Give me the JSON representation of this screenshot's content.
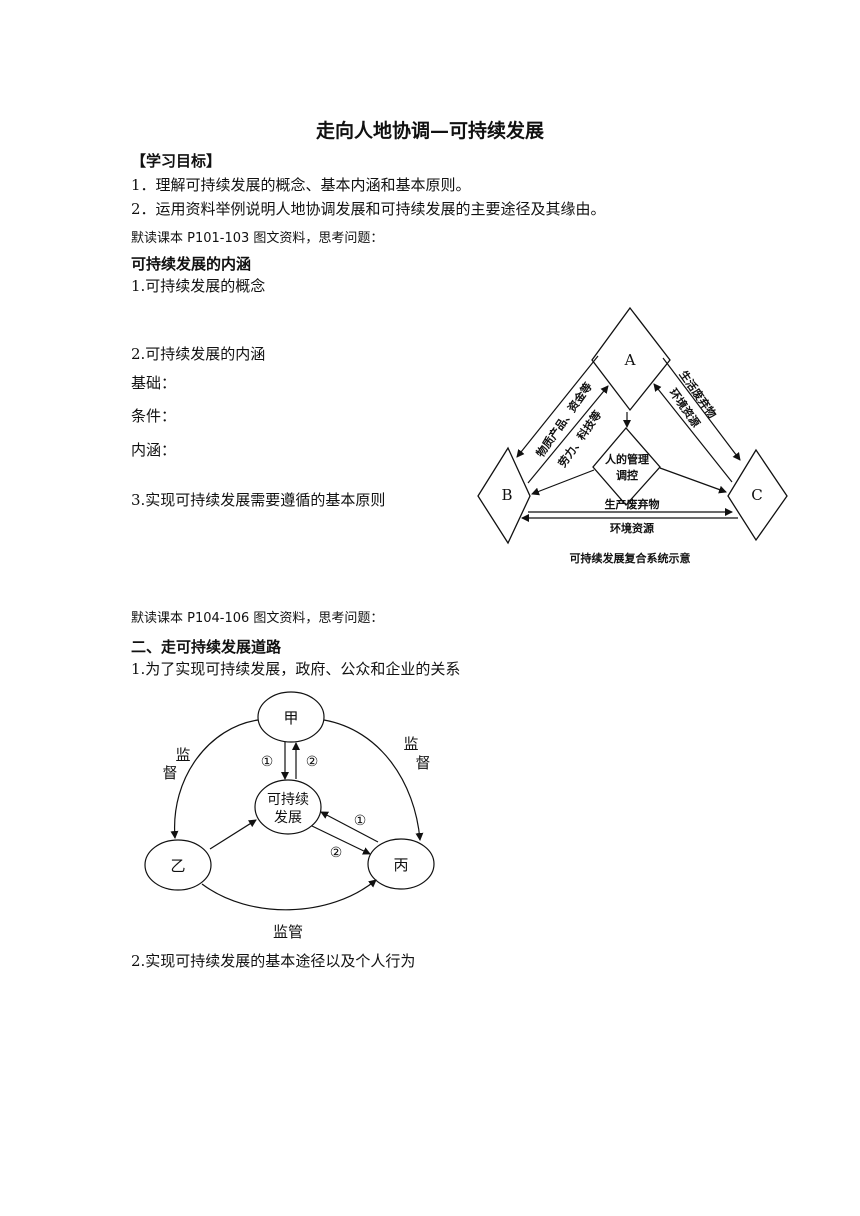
{
  "document": {
    "title": "走向人地协调—可持续发展",
    "objectives_heading": "【学习目标】",
    "objectives": [
      "1．理解可持续发展的概念、基本内涵和基本原则。",
      "2．运用资料举例说明人地协调发展和可持续发展的主要途径及其缘由。"
    ],
    "reading_prompt_1": "默读课本 P101-103 图文资料，思考问题：",
    "section1_heading": "可持续发展的内涵",
    "s1_q1": "1.可持续发展的概念",
    "s1_q2": "2.可持续发展的内涵",
    "s1_foundation": "基础：",
    "s1_condition": "条件：",
    "s1_essence": "内涵：",
    "s1_q3": "3.实现可持续发展需要遵循的基本原则",
    "reading_prompt_2": "默读课本 P104-106 图文资料，思考问题：",
    "section2_heading": "二、走可持续发展道路",
    "s2_q1": "1.为了实现可持续发展，政府、公众和企业的关系",
    "s2_q2": "2.实现可持续发展的基本途径以及个人行为"
  },
  "diagram1": {
    "node_a": "A",
    "node_b": "B",
    "node_c": "C",
    "center_line1": "人的管理",
    "center_line2": "调控",
    "label_ab_outer": "物质产品、资金等",
    "label_ab_inner": "劳力、科技等",
    "label_ac_outer": "生活废弃物",
    "label_ac_inner": "环境资源",
    "label_bc_top": "生产废弃物",
    "label_bc_bottom": "环境资源",
    "caption": "可持续发展复合系统示意"
  },
  "diagram2": {
    "node_jia": "甲",
    "node_yi": "乙",
    "node_bing": "丙",
    "center_line1": "可持续",
    "center_line2": "发展",
    "label_left_1": "监",
    "label_left_2": "督",
    "label_right_1": "监",
    "label_right_2": "督",
    "label_bottom": "监管",
    "mark_1": "①",
    "mark_2": "②"
  }
}
